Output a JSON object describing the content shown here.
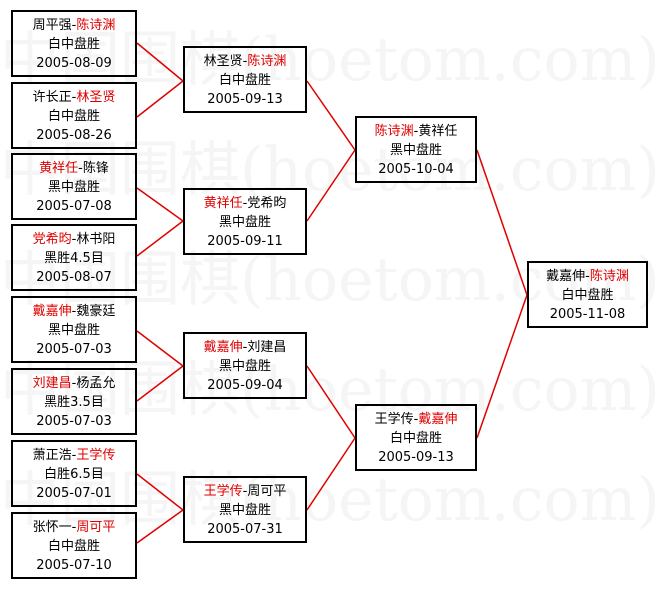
{
  "watermark": "中国围棋(hoetom.com)",
  "colors": {
    "winner": "#e00000",
    "text": "#000000",
    "line": "#e00000",
    "border": "#000000"
  },
  "bracket": {
    "round1": [
      {
        "p1": "周平强",
        "p2": "陈诗渊",
        "winner": 2,
        "result": "白中盘胜",
        "date": "2005-08-09"
      },
      {
        "p1": "许长正",
        "p2": "林圣贤",
        "winner": 2,
        "result": "白中盘胜",
        "date": "2005-08-26"
      },
      {
        "p1": "黄祥任",
        "p2": "陈锋",
        "winner": 1,
        "result": "黑中盘胜",
        "date": "2005-07-08"
      },
      {
        "p1": "党希昀",
        "p2": "林书阳",
        "winner": 1,
        "result": "黑胜4.5目",
        "date": "2005-08-07"
      },
      {
        "p1": "戴嘉伸",
        "p2": "魏豪廷",
        "winner": 1,
        "result": "黑中盘胜",
        "date": "2005-07-03"
      },
      {
        "p1": "刘建昌",
        "p2": "杨孟允",
        "winner": 1,
        "result": "黑胜3.5目",
        "date": "2005-07-03"
      },
      {
        "p1": "萧正浩",
        "p2": "王学传",
        "winner": 2,
        "result": "白胜6.5目",
        "date": "2005-07-01"
      },
      {
        "p1": "张怀一",
        "p2": "周可平",
        "winner": 2,
        "result": "白中盘胜",
        "date": "2005-07-10"
      }
    ],
    "round2": [
      {
        "p1": "林圣贤",
        "p2": "陈诗渊",
        "winner": 2,
        "result": "白中盘胜",
        "date": "2005-09-13"
      },
      {
        "p1": "黄祥任",
        "p2": "党希昀",
        "winner": 1,
        "result": "黑中盘胜",
        "date": "2005-09-11"
      },
      {
        "p1": "戴嘉伸",
        "p2": "刘建昌",
        "winner": 1,
        "result": "黑中盘胜",
        "date": "2005-09-04"
      },
      {
        "p1": "王学传",
        "p2": "周可平",
        "winner": 1,
        "result": "黑中盘胜",
        "date": "2005-07-31"
      }
    ],
    "round3": [
      {
        "p1": "陈诗渊",
        "p2": "黄祥任",
        "winner": 1,
        "result": "黑中盘胜",
        "date": "2005-10-04"
      },
      {
        "p1": "王学传",
        "p2": "戴嘉伸",
        "winner": 2,
        "result": "白中盘胜",
        "date": "2005-09-13"
      }
    ],
    "final": [
      {
        "p1": "戴嘉伸",
        "p2": "陈诗渊",
        "winner": 2,
        "result": "白中盘胜",
        "date": "2005-11-08"
      }
    ]
  }
}
